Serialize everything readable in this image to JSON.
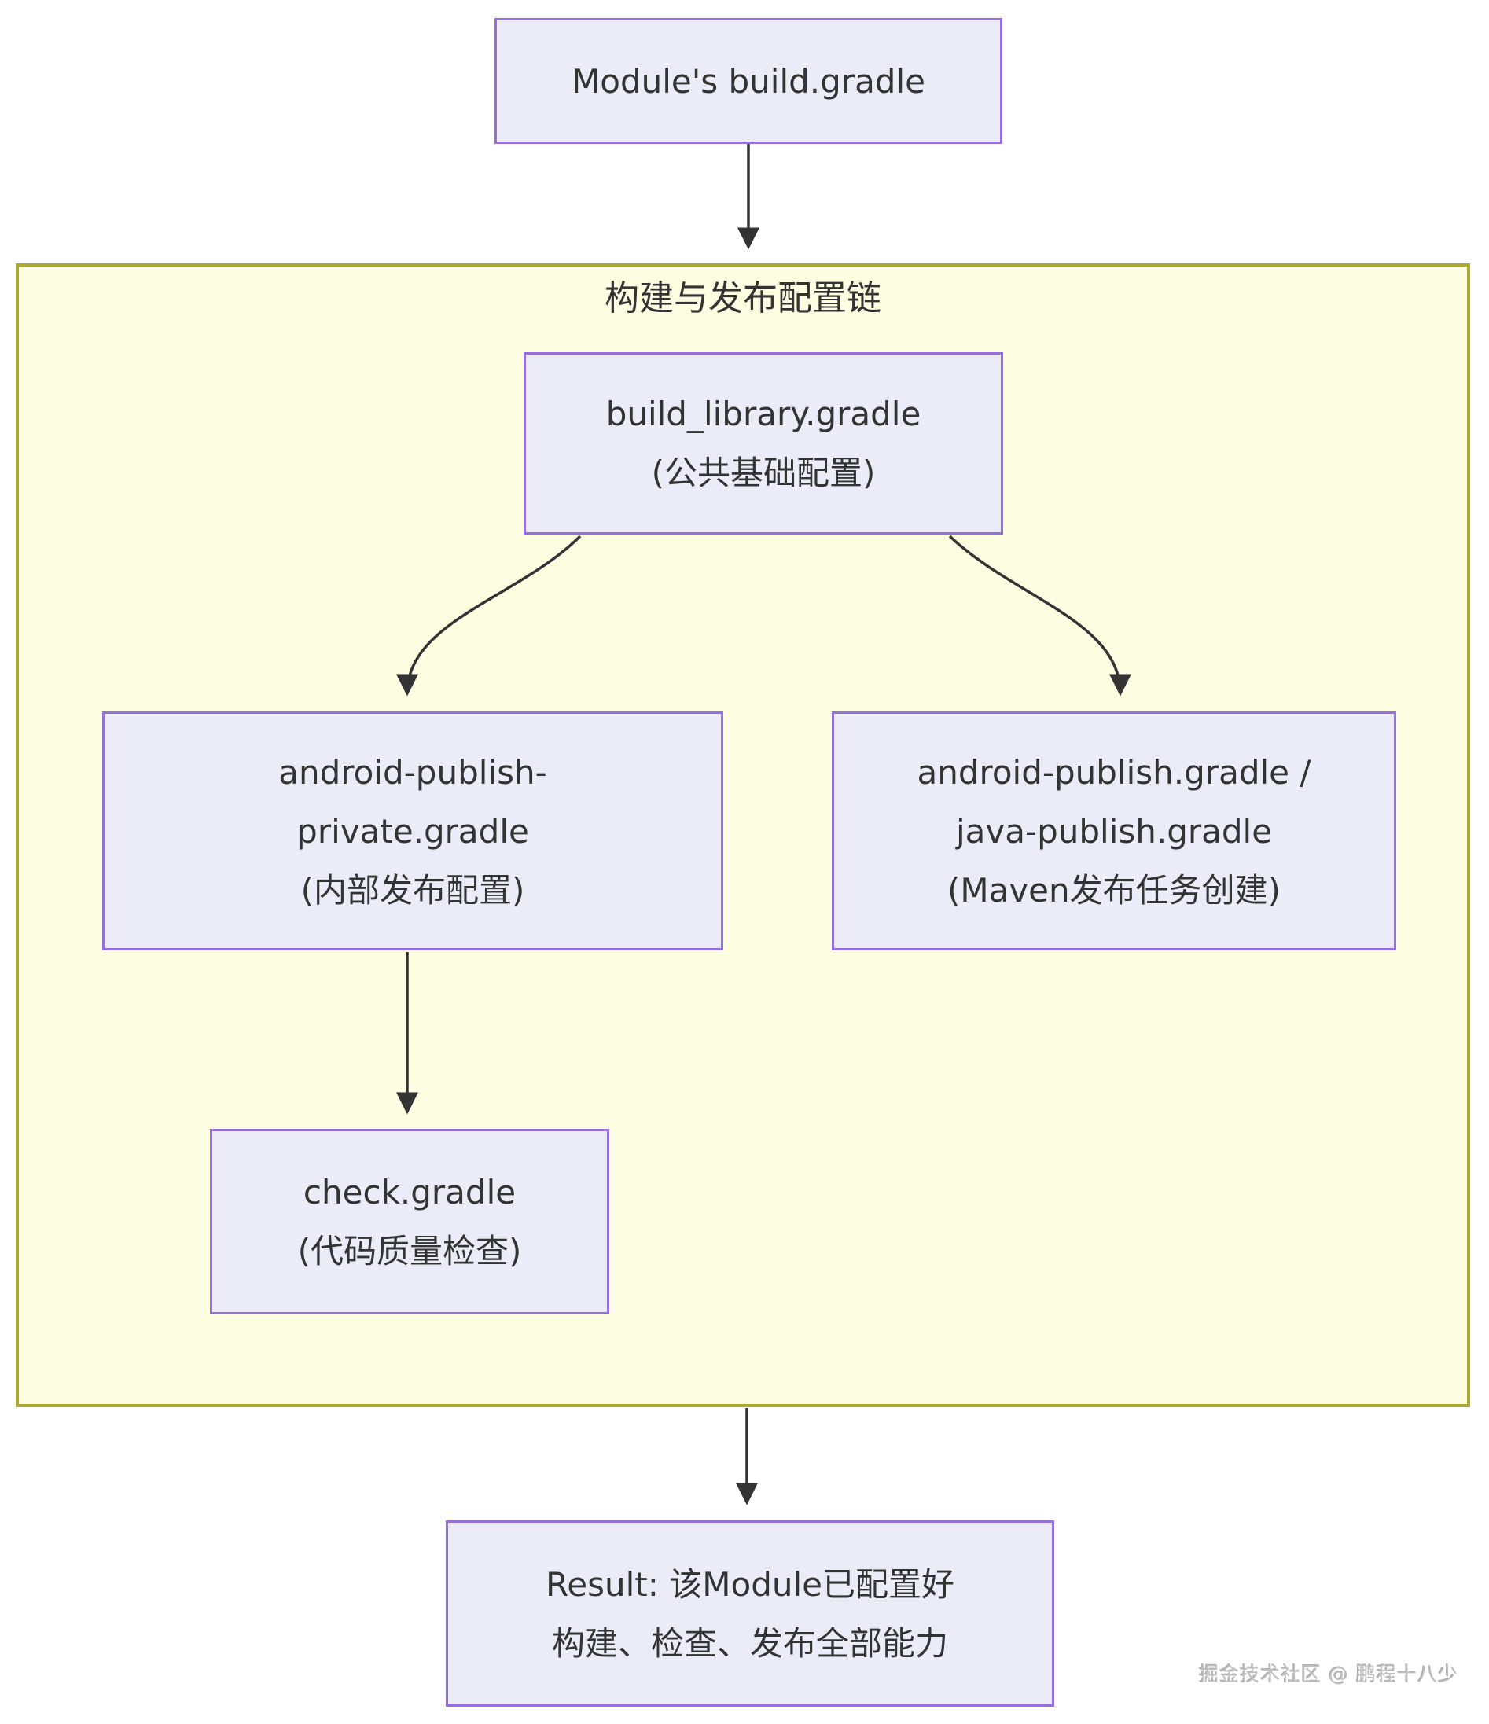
{
  "diagram": {
    "subgraph": {
      "title": "构建与发布配置链",
      "fill": "#FDFDE1",
      "border_color": "#AAAA33"
    },
    "nodes": {
      "module_build": {
        "lines": [
          "Module's build.gradle"
        ]
      },
      "build_library": {
        "lines": [
          "build_library.gradle",
          "(公共基础配置)"
        ]
      },
      "android_publish_private": {
        "lines": [
          "android-publish-",
          "private.gradle",
          "(内部发布配置)"
        ]
      },
      "android_publish_maven": {
        "lines": [
          "android-publish.gradle /",
          "java-publish.gradle",
          "(Maven发布任务创建)"
        ]
      },
      "check": {
        "lines": [
          "check.gradle",
          "(代码质量检查)"
        ]
      },
      "result": {
        "lines": [
          "Result: 该Module已配置好",
          "构建、检查、发布全部能力"
        ]
      }
    },
    "style": {
      "node_fill": "#ECEBF8",
      "node_border": "#9370DB",
      "text_color": "#333333",
      "arrow_color": "#333333"
    },
    "watermark": {
      "text": "掘金技术社区 @ 鹏程十八少",
      "color": "#BFBFBF"
    }
  }
}
